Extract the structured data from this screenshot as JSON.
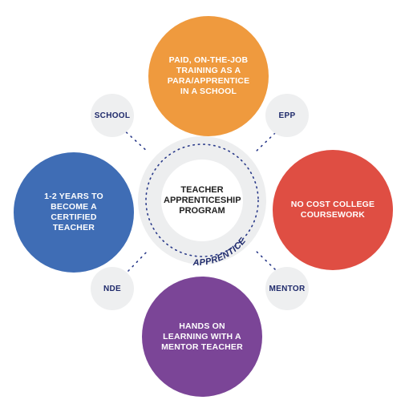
{
  "center": {
    "title": "TEACHER APPRENTICESHIP PROGRAM",
    "ring_label": "APPRENTICE"
  },
  "outer_circles": {
    "top": "PAID, ON-THE-JOB TRAINING AS A PARA/APPRENTICE IN A SCHOOL",
    "left": "1-2 YEARS TO BECOME A CERTIFIED TEACHER",
    "right": "NO COST COLLEGE COURSEWORK",
    "bottom": "HANDS ON LEARNING WITH A MENTOR TEACHER"
  },
  "partners": {
    "school": "SCHOOL",
    "epp": "EPP",
    "nde": "NDE",
    "mentor": "MENTOR"
  },
  "colors": {
    "top": "#ef9a3e",
    "left": "#3f6db5",
    "right": "#df4e43",
    "bottom": "#7b4597",
    "navy_text": "#1f2a6b",
    "light_gray": "#eeeff0"
  }
}
